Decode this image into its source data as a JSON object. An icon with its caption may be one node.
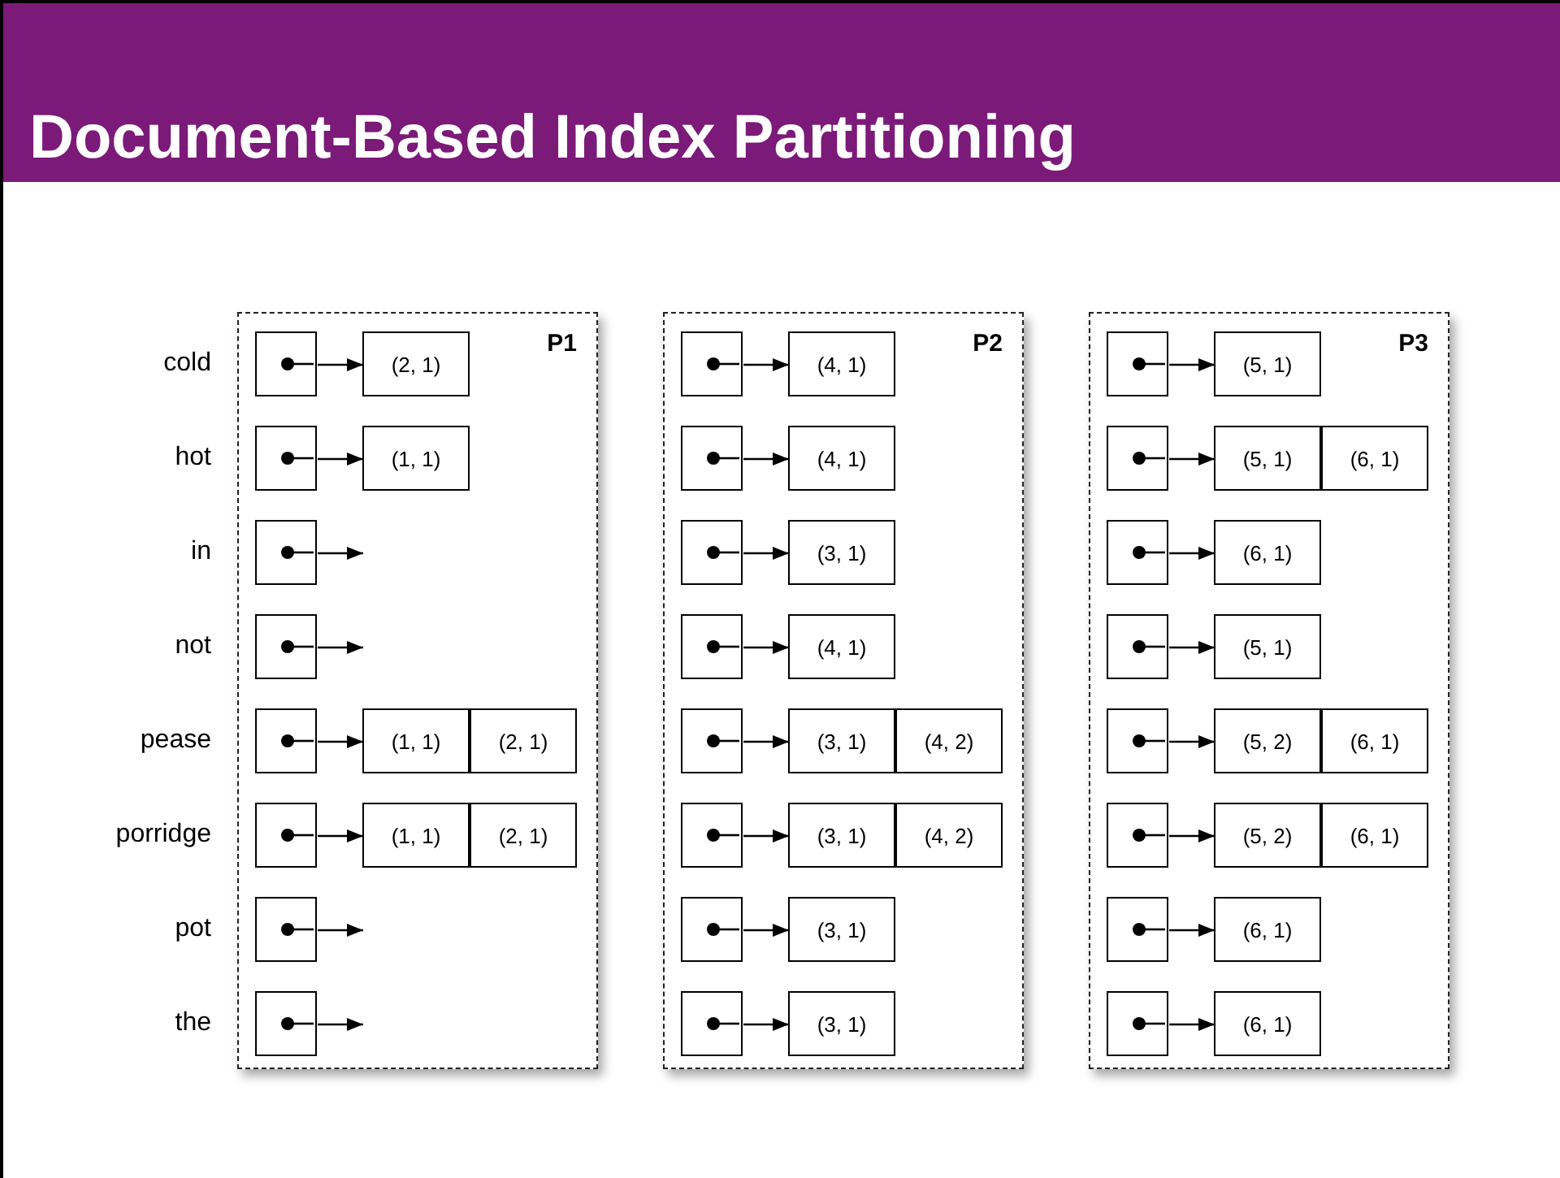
{
  "diagram": {
    "title": "Document-Based Index Partitioning",
    "nodes": [
      {
        "text": [
          "P1"
        ]
      },
      {
        "text": [],
        "shape": "box",
        "in": 0
      },
      {
        "text": [
          "(2, 1)"
        ],
        "in": 0
      },
      {
        "text": [],
        "shape": "box",
        "in": 0
      },
      {
        "text": [
          "(1, 1)"
        ],
        "in": 0
      },
      {
        "text": [],
        "shape": "box",
        "in": 0
      },
      {
        "text": [],
        "shape": "box",
        "in": 0
      },
      {
        "text": [],
        "shape": "box",
        "in": 0
      },
      {
        "text": [
          "(1, 1)"
        ],
        "in": 0
      },
      {
        "text": [
          "(2, 1)"
        ],
        "in": 0
      },
      {
        "text": [],
        "shape": "box",
        "in": 0
      },
      {
        "text": [
          "(1, 1)"
        ],
        "in": 0
      },
      {
        "text": [
          "(2, 1)"
        ],
        "in": 0
      },
      {
        "text": [],
        "shape": "box",
        "in": 0
      },
      {
        "text": [],
        "shape": "box",
        "in": 0
      },
      {
        "text": [
          "P2"
        ]
      },
      {
        "text": [],
        "shape": "box",
        "in": 15
      },
      {
        "text": [
          "(4, 1)"
        ],
        "in": 15
      },
      {
        "text": [],
        "shape": "box",
        "in": 15
      },
      {
        "text": [
          "(4, 1)"
        ],
        "in": 15
      },
      {
        "text": [],
        "shape": "box",
        "in": 15
      },
      {
        "text": [
          "(3, 1)"
        ],
        "in": 15
      },
      {
        "text": [],
        "shape": "box",
        "in": 15
      },
      {
        "text": [
          "(4, 1)"
        ],
        "in": 15
      },
      {
        "text": [],
        "shape": "box",
        "in": 15
      },
      {
        "text": [
          "(3, 1)"
        ],
        "in": 15
      },
      {
        "text": [
          "(4, 2)"
        ],
        "in": 15
      },
      {
        "text": [],
        "shape": "box",
        "in": 15
      },
      {
        "text": [
          "(3, 1)"
        ],
        "in": 15
      },
      {
        "text": [
          "(4, 2)"
        ],
        "in": 15
      },
      {
        "text": [],
        "shape": "box",
        "in": 15
      },
      {
        "text": [
          "(3, 1)"
        ],
        "in": 15
      },
      {
        "text": [],
        "shape": "box",
        "in": 15
      },
      {
        "text": [
          "(3, 1)"
        ],
        "in": 15
      },
      {
        "text": [
          "P3"
        ]
      },
      {
        "text": [],
        "shape": "box",
        "in": 34
      },
      {
        "text": [
          "(5, 1)"
        ],
        "in": 34
      },
      {
        "text": [],
        "shape": "box",
        "in": 34
      },
      {
        "text": [
          "(5, 1)"
        ],
        "in": 34
      },
      {
        "text": [
          "(6, 1)"
        ],
        "in": 34
      },
      {
        "text": [],
        "shape": "box",
        "in": 34
      },
      {
        "text": [
          "(6, 1)"
        ],
        "in": 34
      },
      {
        "text": [],
        "shape": "box",
        "in": 34
      },
      {
        "text": [
          "(5, 1)"
        ],
        "in": 34
      },
      {
        "text": [],
        "shape": "box",
        "in": 34
      },
      {
        "text": [
          "(5, 2)"
        ],
        "in": 34
      },
      {
        "text": [
          "(6, 1)"
        ],
        "in": 34
      },
      {
        "text": [],
        "shape": "box",
        "in": 34
      },
      {
        "text": [
          "(5, 2)"
        ],
        "in": 34
      },
      {
        "text": [
          "(6, 1)"
        ],
        "in": 34
      },
      {
        "text": [],
        "shape": "box",
        "in": 34
      },
      {
        "text": [
          "(6, 1)"
        ],
        "in": 34
      },
      {
        "text": [],
        "shape": "box",
        "in": 34
      },
      {
        "text": [
          "(6, 1)"
        ],
        "in": 34
      }
    ],
    "edges": [
      {
        "from": 1,
        "to": 2,
        "arrow": "to"
      },
      {
        "from": 3,
        "to": 4,
        "arrow": "to"
      },
      {
        "from": 5,
        "to": null,
        "arrow": "to"
      },
      {
        "from": 6,
        "to": null,
        "arrow": "to"
      },
      {
        "from": 7,
        "to": 8,
        "arrow": "to"
      },
      {
        "from": 10,
        "to": 11,
        "arrow": "to"
      },
      {
        "from": 13,
        "to": null,
        "arrow": "to"
      },
      {
        "from": 14,
        "to": null,
        "arrow": "to"
      },
      {
        "from": 16,
        "to": 17,
        "arrow": "to"
      },
      {
        "from": 18,
        "to": 19,
        "arrow": "to"
      },
      {
        "from": 20,
        "to": 21,
        "arrow": "to"
      },
      {
        "from": 22,
        "to": 23,
        "arrow": "to"
      },
      {
        "from": 24,
        "to": 25,
        "arrow": "to"
      },
      {
        "from": 27,
        "to": 28,
        "arrow": "to"
      },
      {
        "from": 30,
        "to": 31,
        "arrow": "to"
      },
      {
        "from": 32,
        "to": 33,
        "arrow": "to"
      },
      {
        "from": 35,
        "to": 36,
        "arrow": "to"
      },
      {
        "from": 37,
        "to": 38,
        "arrow": "to"
      },
      {
        "from": 40,
        "to": 41,
        "arrow": "to"
      },
      {
        "from": 42,
        "to": 43,
        "arrow": "to"
      },
      {
        "from": 44,
        "to": 45,
        "arrow": "to"
      },
      {
        "from": 47,
        "to": 48,
        "arrow": "to"
      },
      {
        "from": 50,
        "to": 51,
        "arrow": "to"
      },
      {
        "from": 52,
        "to": 53,
        "arrow": "to"
      }
    ],
    "labels": [
      "cold",
      "hot",
      "in",
      "not",
      "pease",
      "porridge",
      "pot",
      "the"
    ]
  }
}
